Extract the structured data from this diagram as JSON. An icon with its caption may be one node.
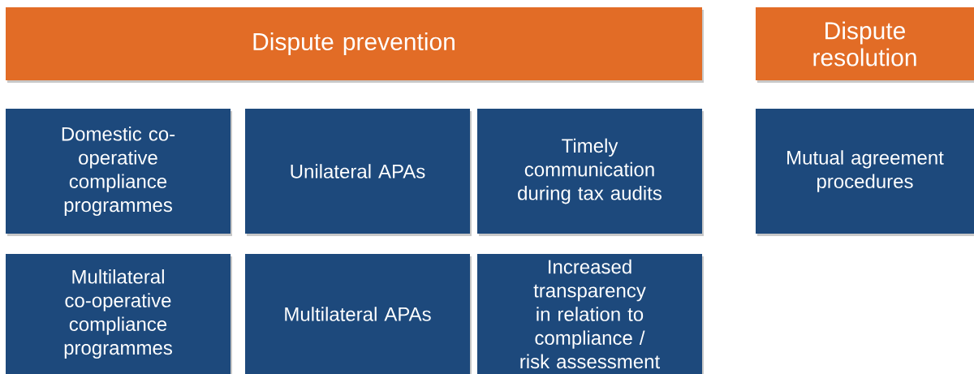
{
  "diagram": {
    "nodes": [
      {
        "text": [
          "Dispute prevention"
        ]
      },
      {
        "text": [
          "Dispute resolution"
        ]
      },
      {
        "text": [
          "Domestic co-operative compliance programmes"
        ]
      },
      {
        "text": [
          "Unilateral APAs"
        ]
      },
      {
        "text": [
          "Timely communication during tax audits"
        ]
      },
      {
        "text": [
          "Mutual agreement procedures"
        ]
      },
      {
        "text": [
          "Multilateral co-operative compliance programmes"
        ]
      },
      {
        "text": [
          "Multilateral APAs"
        ]
      },
      {
        "text": [
          "Increased transparency in relation to compliance / risk assessment"
        ]
      }
    ]
  }
}
